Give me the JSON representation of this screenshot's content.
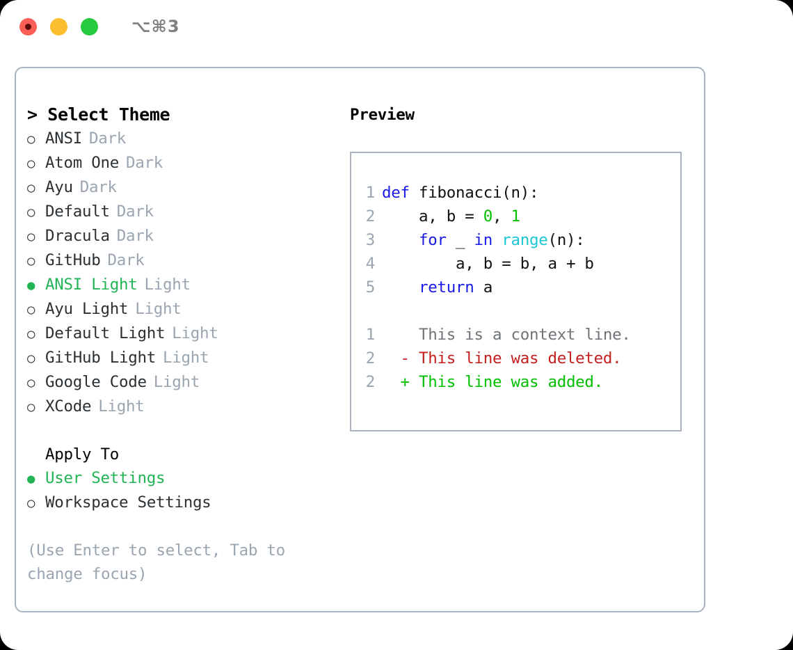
{
  "window": {
    "traffic_lights": [
      {
        "name": "close",
        "color": "#fb5f57"
      },
      {
        "name": "minimize",
        "color": "#fcbd2e"
      },
      {
        "name": "zoom",
        "color": "#27c93f"
      }
    ],
    "shortcut": "⌥⌘3"
  },
  "theme_picker": {
    "title": "> Select Theme",
    "items": [
      {
        "bullet": "○",
        "name": "ANSI",
        "variant": "Dark",
        "selected": false
      },
      {
        "bullet": "○",
        "name": "Atom One",
        "variant": "Dark",
        "selected": false
      },
      {
        "bullet": "○",
        "name": "Ayu",
        "variant": "Dark",
        "selected": false
      },
      {
        "bullet": "○",
        "name": "Default",
        "variant": "Dark",
        "selected": false
      },
      {
        "bullet": "○",
        "name": "Dracula",
        "variant": "Dark",
        "selected": false
      },
      {
        "bullet": "○",
        "name": "GitHub",
        "variant": "Dark",
        "selected": false
      },
      {
        "bullet": "●",
        "name": "ANSI Light",
        "variant": "Light",
        "selected": true
      },
      {
        "bullet": "○",
        "name": "Ayu Light",
        "variant": "Light",
        "selected": false
      },
      {
        "bullet": "○",
        "name": "Default Light",
        "variant": "Light",
        "selected": false
      },
      {
        "bullet": "○",
        "name": "GitHub Light",
        "variant": "Light",
        "selected": false
      },
      {
        "bullet": "○",
        "name": "Google Code",
        "variant": "Light",
        "selected": false
      },
      {
        "bullet": "○",
        "name": "XCode",
        "variant": "Light",
        "selected": false
      }
    ]
  },
  "apply_to": {
    "title": "Apply To",
    "options": [
      {
        "bullet": "●",
        "label": "User Settings",
        "selected": true
      },
      {
        "bullet": "○",
        "label": "Workspace Settings",
        "selected": false
      }
    ]
  },
  "hint": "(Use Enter to select, Tab to change focus)",
  "preview": {
    "label": "Preview",
    "code_lines": [
      {
        "num": "1",
        "indent": "",
        "tokens": [
          {
            "t": "def",
            "c": "kw"
          },
          {
            "t": " ",
            "c": "plain"
          },
          {
            "t": "fibonacci",
            "c": "fn"
          },
          {
            "t": "(n):",
            "c": "plain"
          }
        ]
      },
      {
        "num": "2",
        "indent": "    ",
        "tokens": [
          {
            "t": "a, b = ",
            "c": "plain"
          },
          {
            "t": "0",
            "c": "num"
          },
          {
            "t": ", ",
            "c": "plain"
          },
          {
            "t": "1",
            "c": "num"
          }
        ]
      },
      {
        "num": "3",
        "indent": "    ",
        "tokens": [
          {
            "t": "for",
            "c": "kw"
          },
          {
            "t": " _ ",
            "c": "plain"
          },
          {
            "t": "in",
            "c": "kw"
          },
          {
            "t": " ",
            "c": "plain"
          },
          {
            "t": "range",
            "c": "bi"
          },
          {
            "t": "(n):",
            "c": "plain"
          }
        ]
      },
      {
        "num": "4",
        "indent": "        ",
        "tokens": [
          {
            "t": "a, b = b, a + b",
            "c": "plain"
          }
        ]
      },
      {
        "num": "5",
        "indent": "    ",
        "tokens": [
          {
            "t": "return",
            "c": "kw"
          },
          {
            "t": " a",
            "c": "plain"
          }
        ]
      }
    ],
    "diff_lines": [
      {
        "num": "1",
        "marker": "  ",
        "text": "This is a context line.",
        "kind": "ctx"
      },
      {
        "num": "2",
        "marker": "- ",
        "text": "This line was deleted.",
        "kind": "del"
      },
      {
        "num": "2",
        "marker": "+ ",
        "text": "This line was added.",
        "kind": "add"
      }
    ]
  },
  "colors": {
    "accent_green": "#22b455",
    "muted_gray": "#9aa5b1",
    "border": "#a9b4c0",
    "keyword_blue": "#1a1ae6",
    "builtin_cyan": "#1ac8d4",
    "number_green": "#00c000",
    "diff_red": "#c42020",
    "diff_green": "#00c000"
  }
}
